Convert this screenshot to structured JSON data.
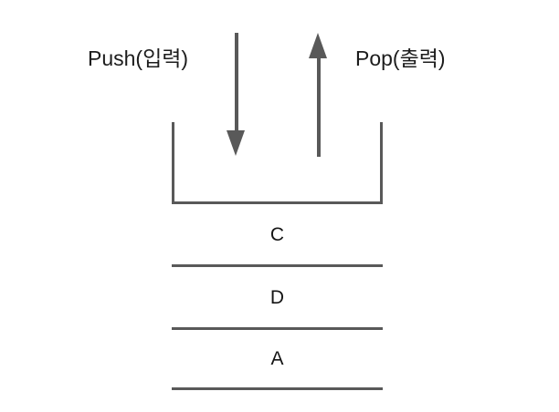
{
  "diagram": {
    "title": "stack-push-pop-diagram",
    "background_color": "#ffffff",
    "line_color": "#595959",
    "text_color": "#1c1c1c"
  },
  "operations": {
    "push": {
      "label": "Push(입력)",
      "arrow_direction": "down",
      "arrow_icon": "arrow-down-icon"
    },
    "pop": {
      "label": "Pop(출력)",
      "arrow_direction": "up",
      "arrow_icon": "arrow-up-icon"
    }
  },
  "stack": {
    "name": "stack-container",
    "open_top": true,
    "cells": [
      {
        "label": "C",
        "position": "top"
      },
      {
        "label": "D",
        "position": "middle"
      },
      {
        "label": "A",
        "position": "bottom"
      }
    ]
  }
}
